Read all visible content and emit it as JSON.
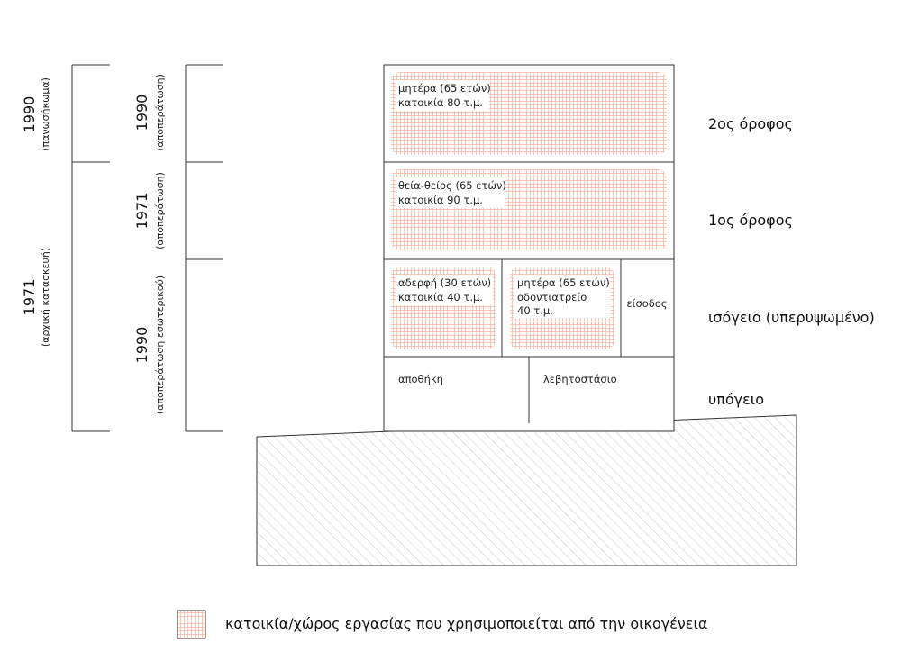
{
  "timeline_left": [
    {
      "year": "1990",
      "note": "(πανωσήκωμα)"
    },
    {
      "year": "1971",
      "note": "(αρχική κατασκευή)"
    }
  ],
  "timeline_right": [
    {
      "year": "1990",
      "note": "(αποπεράτωση)"
    },
    {
      "year": "1971",
      "note": "(αποπεράτωση)"
    },
    {
      "year": "1990",
      "note": "(αποπεράτωση εσωτερικού)"
    }
  ],
  "floors": {
    "second": {
      "label": "2ος όροφος",
      "room_line1": "μητέρα (65 ετών)",
      "room_line2": "κατοικία 80 τ.μ."
    },
    "first": {
      "label": "1ος όροφος",
      "room_line1": "θεία-θείος (65 ετών)",
      "room_line2": "κατοικία 90 τ.μ."
    },
    "ground": {
      "label": "ισόγειο (υπερυψωμένο)",
      "room_a_line1": "αδερφή (30 ετών)",
      "room_a_line2": "κατοικία 40 τ.μ.",
      "room_b_line1": "μητέρα (65 ετών)",
      "room_b_line2": "οδοντιατρείο",
      "room_b_line3": "40 τ.μ.",
      "entrance": "είσοδος"
    },
    "basement": {
      "label": "υπόγειο",
      "room_a": "αποθήκη",
      "room_b": "λεβητοστάσιο"
    }
  },
  "legend": {
    "label": "κατοικία/χώρος εργασίας που χρησιμοποιείται από την οικογένεια"
  },
  "colors": {
    "grid": "#f5b8a4",
    "line": "#333333"
  }
}
